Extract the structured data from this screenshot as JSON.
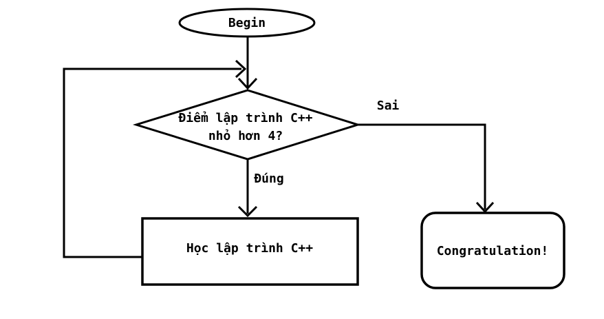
{
  "diagram": {
    "background_color": "#ffffff",
    "line_color": "#000000",
    "text_color": "#000000",
    "nodes": {
      "begin": {
        "type": "terminator-ellipse",
        "label": "Begin"
      },
      "decision": {
        "type": "decision-diamond",
        "label_line1": "Điểm lập trình C++",
        "label_line2": "nhỏ hơn 4?"
      },
      "process": {
        "type": "process-rectangle",
        "label": "Học lập trình C++"
      },
      "end": {
        "type": "terminator-rounded-rectangle",
        "label": "Congratulation!"
      }
    },
    "edges": {
      "true_branch_label": "Đúng",
      "false_branch_label": "Sai"
    }
  }
}
